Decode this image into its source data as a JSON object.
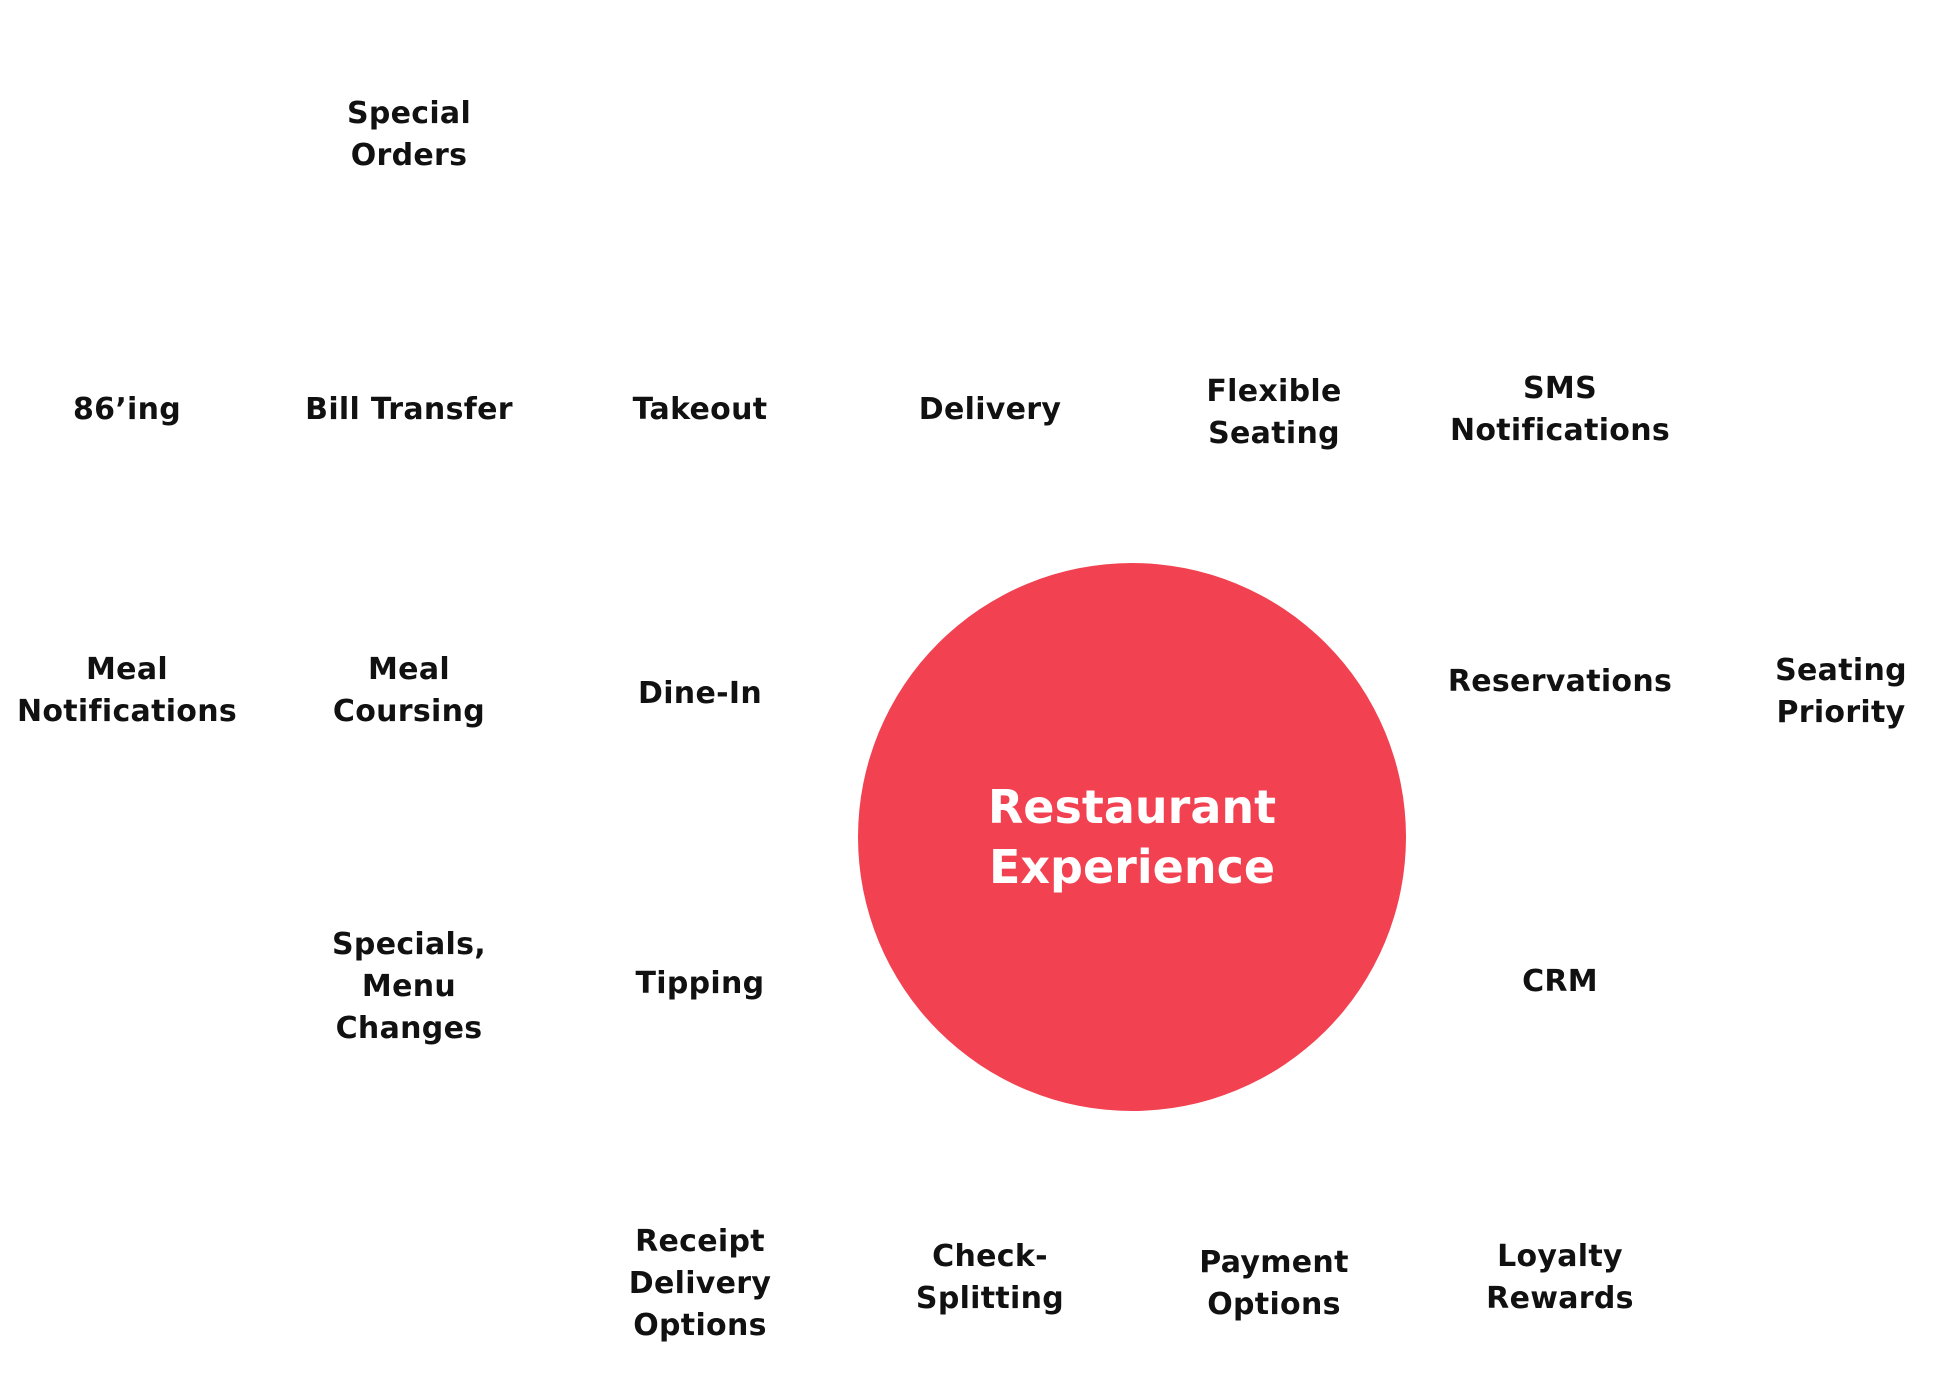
{
  "hub": {
    "title": "Restaurant\nExperience",
    "color": "#f24150"
  },
  "nodes": {
    "special_orders": "Special\nOrders",
    "eighty_sixing": "86’ing",
    "bill_transfer": "Bill Transfer",
    "takeout": "Takeout",
    "delivery": "Delivery",
    "flexible_seating": "Flexible\nSeating",
    "sms_notifications": "SMS\nNotifications",
    "meal_notifications": "Meal\nNotifications",
    "meal_coursing": "Meal\nCoursing",
    "dine_in": "Dine-In",
    "reservations": "Reservations",
    "seating_priority": "Seating\nPriority",
    "specials_menu_changes": "Specials,\nMenu\nChanges",
    "tipping": "Tipping",
    "crm": "CRM",
    "receipt_delivery_options": "Receipt\nDelivery\nOptions",
    "check_splitting": "Check-\nSplitting",
    "payment_options": "Payment\nOptions",
    "loyalty_rewards": "Loyalty\nRewards"
  }
}
